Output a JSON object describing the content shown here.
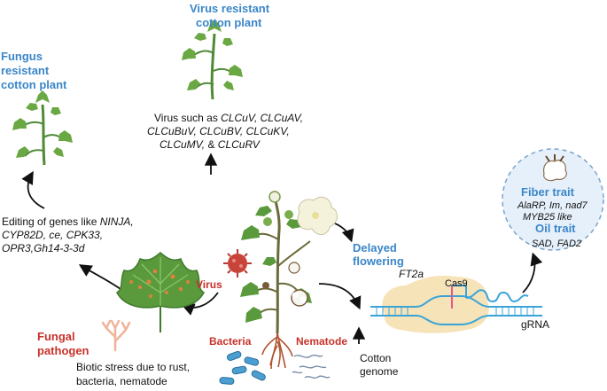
{
  "virus_panel": {
    "title_line1": "Virus resistant",
    "title_line2": "cotton plant",
    "desc_prefix": "Virus such as ",
    "desc_line1_italic": "CLCuV, CLCuAV,",
    "desc_line2": "CLCuBuV, CLCuBV, CLCuKV,",
    "desc_line3_a": "CLCuMV,",
    "desc_line3_b": " & ",
    "desc_line3_c": "CLCuRV"
  },
  "fungus_panel": {
    "title_line1": "Fungus",
    "title_line2": "resistant",
    "title_line3": "cotton plant",
    "desc_prefix": "Editing of genes like ",
    "desc_line1_italic": "NINJA,",
    "desc_line2": "CYP82D, ce, CPK33,",
    "desc_line3": "OPR3,Gh14-3-3d"
  },
  "fungal_pathogen": {
    "label_line1": "Fungal",
    "label_line2": "pathogen"
  },
  "biotic_stress": {
    "line1": "Biotic stress due to rust,",
    "line2": "bacteria, nematode"
  },
  "center_labels": {
    "virus": "Virus",
    "bacteria": "Bacteria",
    "nematode": "Nematode"
  },
  "flowering": {
    "title_line1": "Delayed",
    "title_line2": "flowering",
    "gene": "FT2a"
  },
  "crispr": {
    "cas9": "Cas9",
    "grna": "gRNA",
    "genome_line1": "Cotton",
    "genome_line2": "genome"
  },
  "traits": {
    "fiber_title": "Fiber trait",
    "fiber_line1": "AlaRP, Im, nad7",
    "fiber_line2": "MYB25 like",
    "oil_title": "Oil trait",
    "oil_genes": "SAD, FAD2"
  },
  "colors": {
    "blue_heading": "#3a86c8",
    "red_heading": "#c8322a",
    "leaf_green": "#5a9a3c",
    "dna_blue": "#3aa4d8",
    "cas9_bg": "#f7e3b8",
    "trait_circle": "#e6f0fa"
  }
}
